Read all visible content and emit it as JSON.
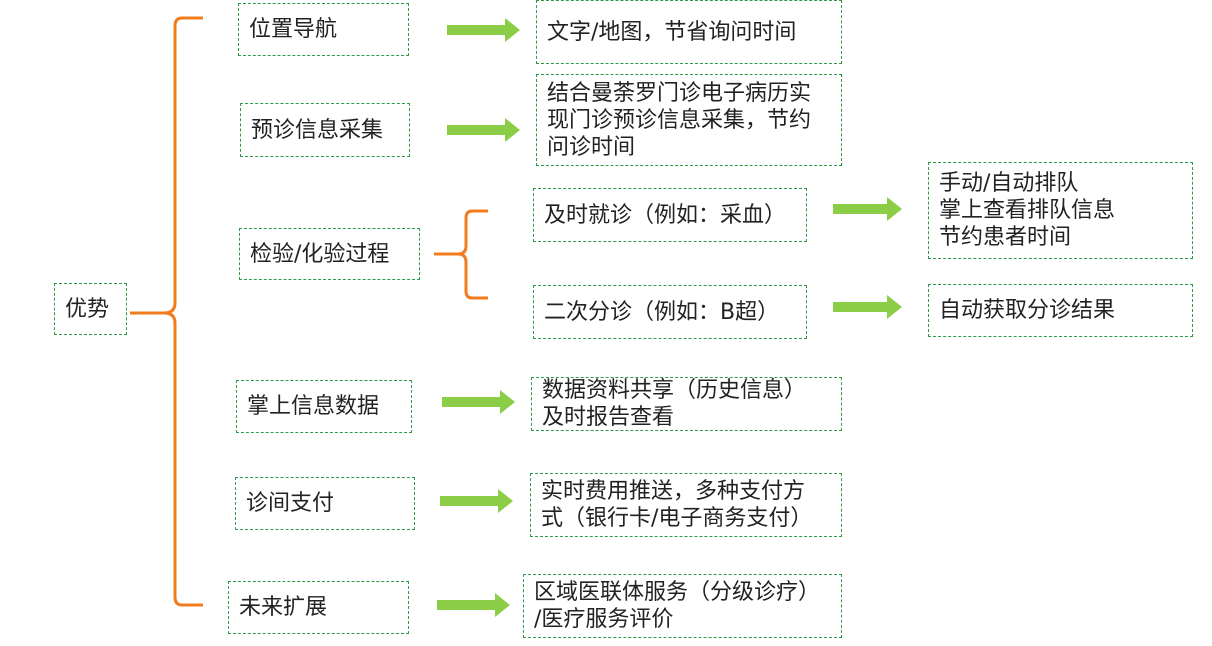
{
  "colors": {
    "brace": "#f07c1e",
    "arrow": "#8ccd48",
    "box_border": "#2e9a48",
    "text": "#222222"
  },
  "root": "优势",
  "categories": [
    {
      "label": "位置导航",
      "details": [
        "文字/地图，节省询问时间"
      ]
    },
    {
      "label": "预诊信息采集",
      "details": [
        "结合曼荼罗门诊电子病历实",
        "现门诊预诊信息采集，节约",
        "问诊时间"
      ]
    },
    {
      "label": "检验/化验过程",
      "sub_items": [
        {
          "label": "及时就诊（例如：采血）",
          "results": [
            "手动/自动排队",
            "掌上查看排队信息",
            "节约患者时间"
          ]
        },
        {
          "label": "二次分诊（例如：B超）",
          "results": [
            "自动获取分诊结果"
          ]
        }
      ]
    },
    {
      "label": "掌上信息数据",
      "details": [
        "数据资料共享（历史信息）",
        "及时报告查看"
      ]
    },
    {
      "label": "诊间支付",
      "details": [
        "实时费用推送，多种支付方",
        "式（银行卡/电子商务支付）"
      ]
    },
    {
      "label": "未来扩展",
      "details": [
        "区域医联体服务（分级诊疗）",
        "/医疗服务评价"
      ]
    }
  ]
}
